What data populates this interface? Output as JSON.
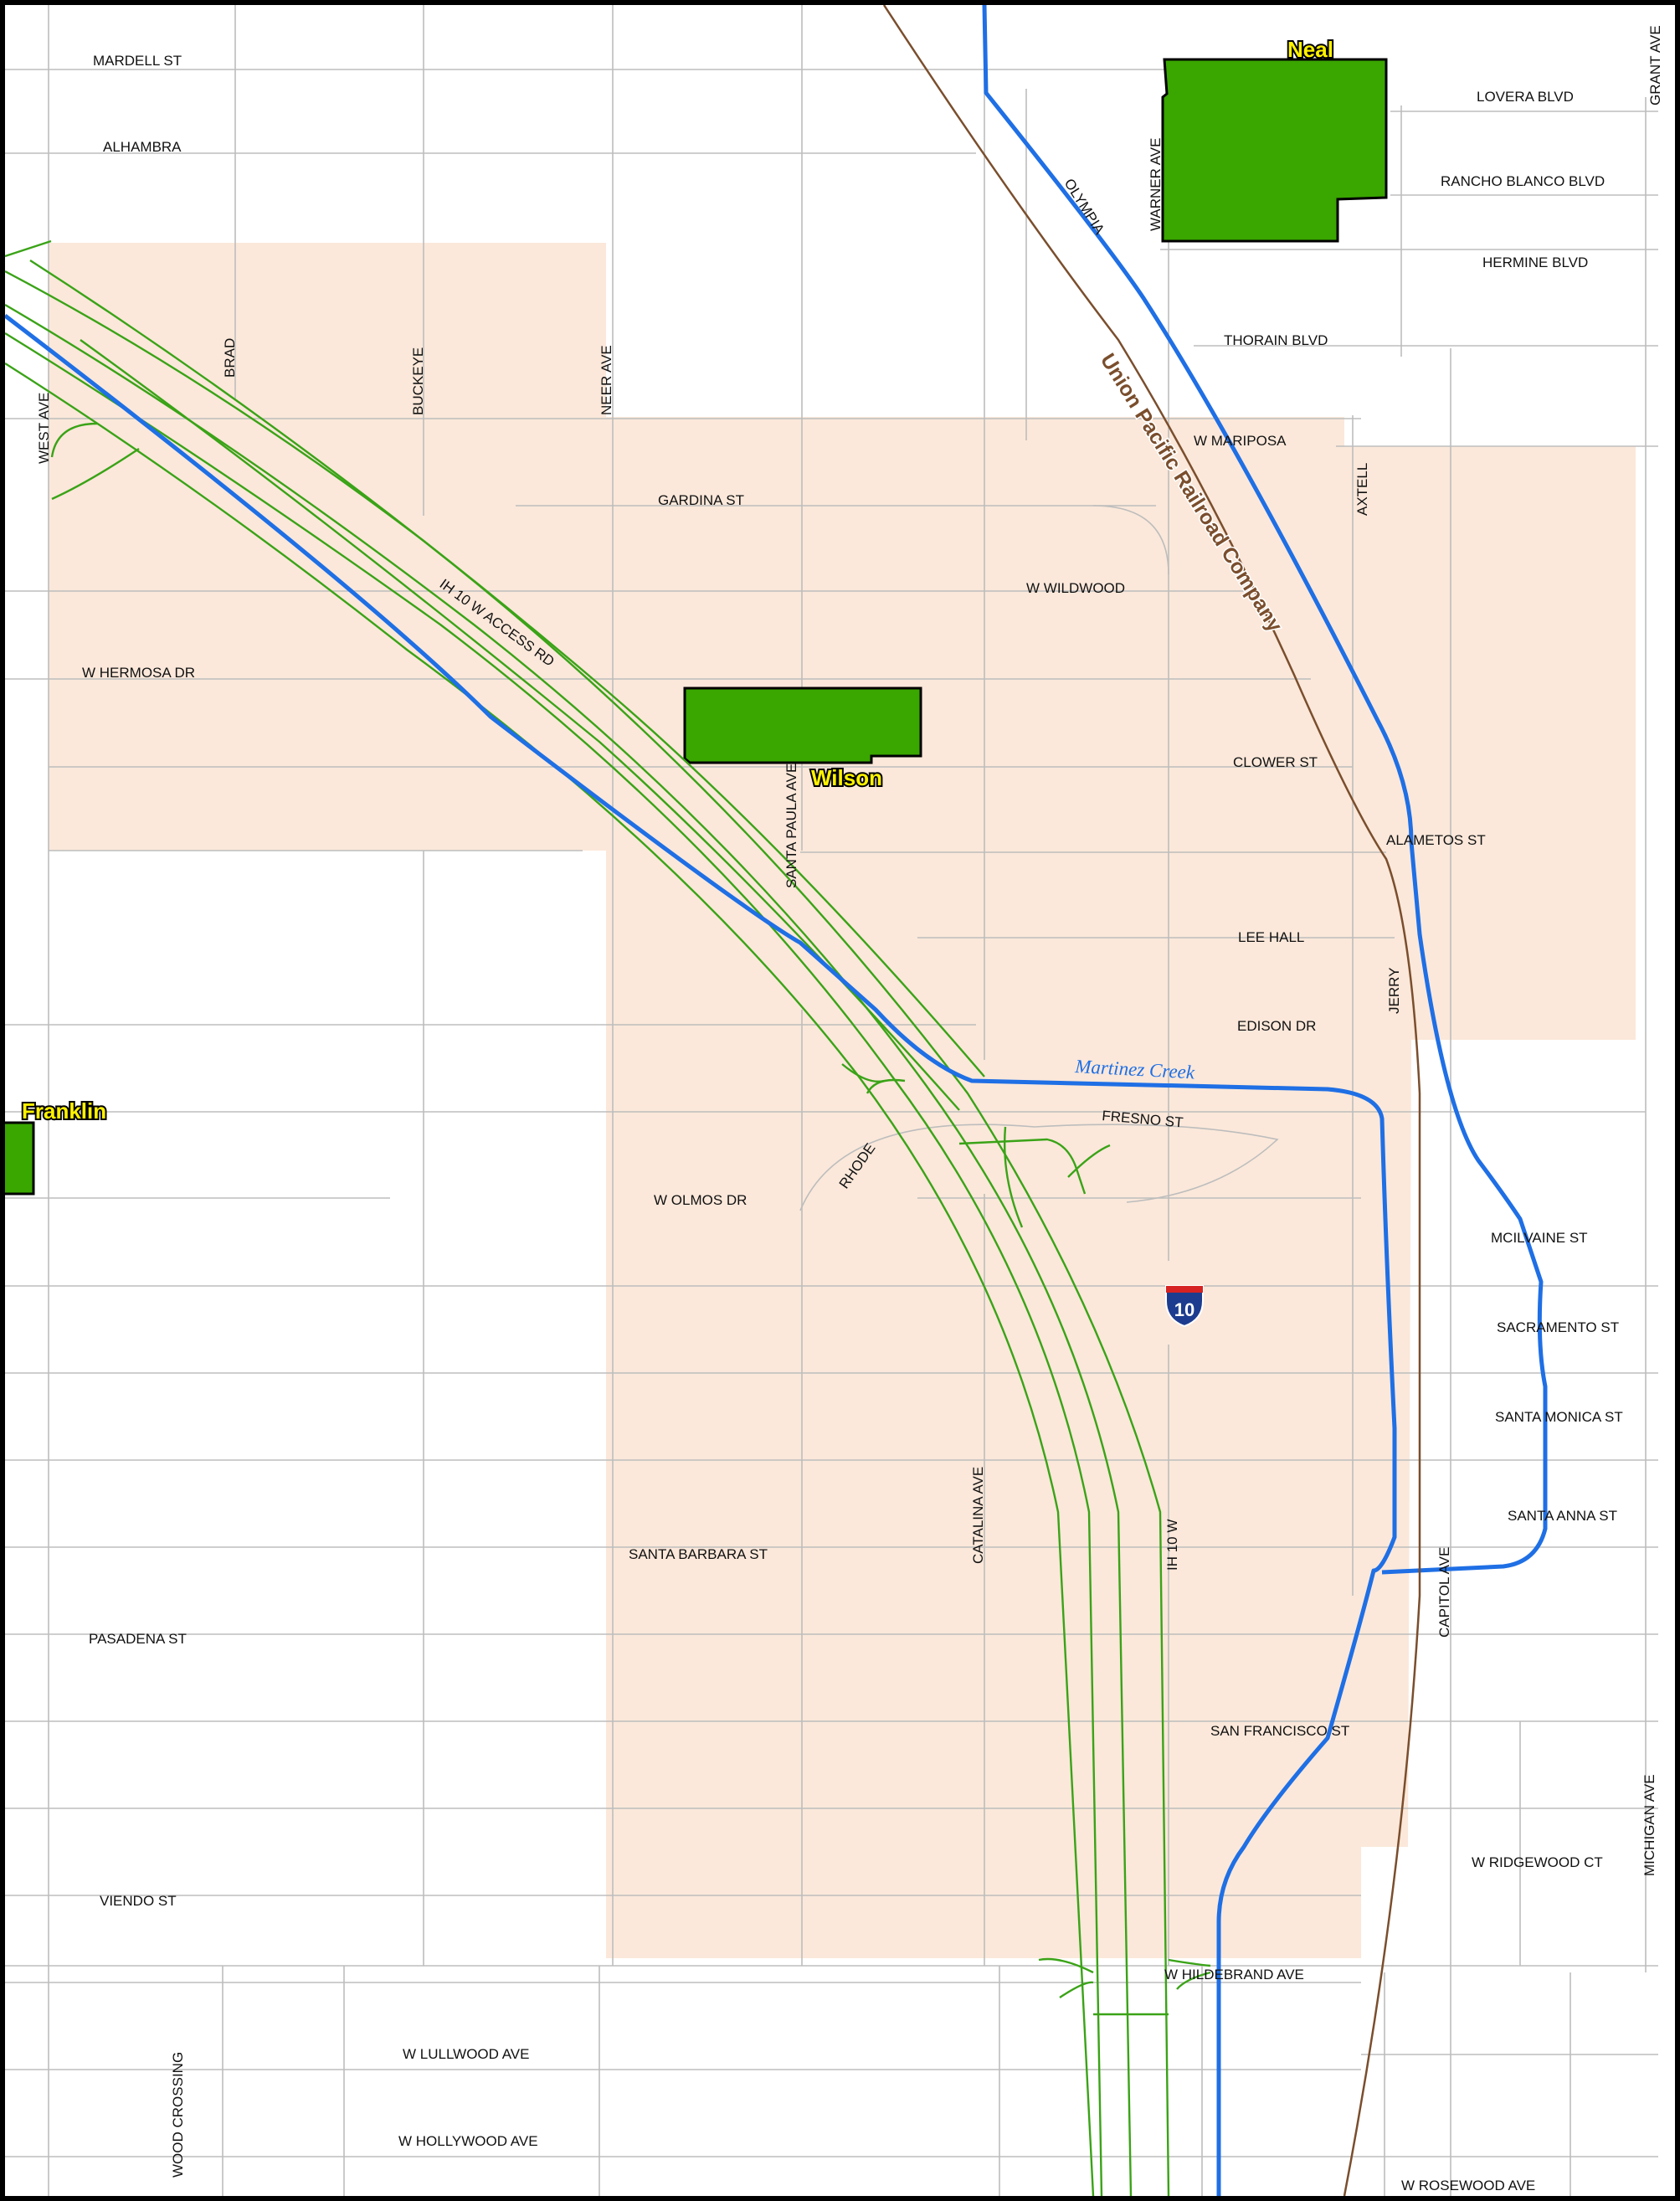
{
  "map": {
    "colors": {
      "school_fill": "#3aa600",
      "school_label": "#fff200",
      "attendance_zone": "#fbe8da",
      "creek": "#1f6fe5",
      "highway": "#3aa317",
      "railroad": "#7a4e2d",
      "street": "#bdbdbd"
    },
    "schools": {
      "neal": "Neal",
      "wilson": "Wilson",
      "franklin": "Franklin"
    },
    "features": {
      "railroad": "Union Pacific Railroad Company",
      "creek": "Martinez Creek",
      "interstate_shield": {
        "icon": "interstate-shield-icon",
        "number": "10"
      }
    },
    "streets": {
      "mardell": "MARDELL ST",
      "alhambra": "ALHAMBRA",
      "lovera": "LOVERA BLVD",
      "grant": "GRANT AVE",
      "rancho_blanco": "RANCHO BLANCO BLVD",
      "olympia": "OLYMPIA",
      "warner": "WARNER AVE",
      "hermine": "HERMINE BLVD",
      "thorain": "THORAIN BLVD",
      "brad": "BRAD",
      "buckeye": "BUCKEYE",
      "neer": "NEER AVE",
      "west": "WEST AVE",
      "mariposa": "W MARIPOSA",
      "axtell": "AXTELL",
      "gardina": "GARDINA ST",
      "wildwood": "W WILDWOOD",
      "ih10_access": "IH 10 W ACCESS RD",
      "hermosa": "W HERMOSA DR",
      "santa_paula": "SANTA PAULA AVE",
      "clower": "CLOWER ST",
      "alametos": "ALAMETOS ST",
      "lee_hall": "LEE HALL",
      "jerry": "JERRY",
      "edison": "EDISON DR",
      "fresno": "FRESNO ST",
      "rhode": "RHODE",
      "olmos": "W OLMOS DR",
      "mcilvaine": "MCILVAINE ST",
      "sacramento": "SACRAMENTO ST",
      "santa_monica": "SANTA MONICA ST",
      "catalina": "CATALINA AVE",
      "ih10": "IH 10 W",
      "santa_anna": "SANTA ANNA ST",
      "santa_barbara": "SANTA BARBARA ST",
      "capitol": "CAPITOL AVE",
      "pasadena": "PASADENA ST",
      "san_francisco": "SAN FRANCISCO ST",
      "michigan": "MICHIGAN AVE",
      "ridgewood": "W RIDGEWOOD CT",
      "viendo": "VIENDO ST",
      "hildebrand": "W HILDEBRAND AVE",
      "wood_crossing": "WOOD CROSSING",
      "lullwood": "W LULLWOOD AVE",
      "hollywood": "W HOLLYWOOD AVE",
      "rosewood": "W ROSEWOOD AVE"
    }
  }
}
